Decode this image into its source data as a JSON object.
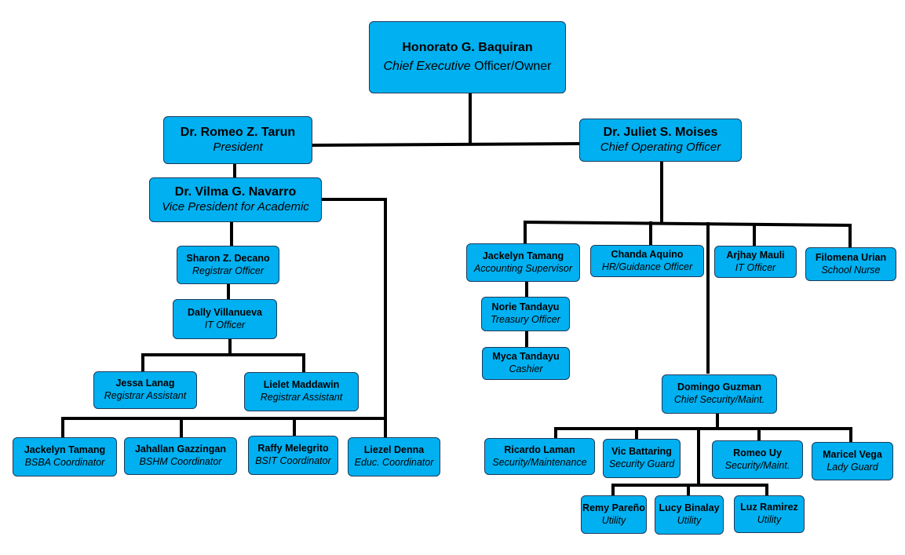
{
  "accent": "#00b0f0",
  "owner": {
    "name": "Honorato G. Baquiran",
    "role_italic": "Chief Executive",
    "role_rest": " Officer/Owner"
  },
  "president": {
    "name": "Dr. Romeo Z. Tarun",
    "role": "President"
  },
  "coo": {
    "name": "Dr. Juliet S. Moises",
    "role": "Chief Operating Officer"
  },
  "vp_academic": {
    "name": "Dr. Vilma G. Navarro",
    "role": "Vice President for Academic"
  },
  "registrar": {
    "name": "Sharon Z. Decano",
    "role": "Registrar Officer"
  },
  "it_officer_academic": {
    "name": "Dally Villanueva",
    "role": "IT Officer"
  },
  "registrar_assistants": [
    {
      "name": "Jessa Lanag",
      "role": "Registrar Assistant"
    },
    {
      "name": "Lielet Maddawin",
      "role": "Registrar Assistant"
    }
  ],
  "coordinators": [
    {
      "name": "Jackelyn Tamang",
      "role": "BSBA Coordinator"
    },
    {
      "name": "Jahallan Gazzingan",
      "role": "BSHM Coordinator"
    },
    {
      "name": "Raffy Melegrito",
      "role": "BSIT Coordinator"
    },
    {
      "name": "Liezel Denna",
      "role": "Educ. Coordinator"
    }
  ],
  "accounting": {
    "name": "Jackelyn Tamang",
    "role": "Accounting Supervisor"
  },
  "treasury": {
    "name": "Norie Tandayu",
    "role": "Treasury Officer"
  },
  "cashier": {
    "name": "Myca Tandayu",
    "role": "Cashier"
  },
  "hr": {
    "name": "Chanda Aquino",
    "role": "HR/Guidance Officer"
  },
  "it_officer_ops": {
    "name": "Arjhay Mauli",
    "role": "IT Officer"
  },
  "nurse": {
    "name": "Filomena Urian",
    "role": "School Nurse"
  },
  "security_chief": {
    "name": "Domingo Guzman",
    "role": "Chief Security/Maint."
  },
  "security_staff": [
    {
      "name": "Ricardo Laman",
      "role": "Security/Maintenance"
    },
    {
      "name": "Vic Battaring",
      "role": "Security Guard"
    },
    {
      "name": "Romeo Uy",
      "role": "Security/Maint."
    },
    {
      "name": "Maricel Vega",
      "role": "Lady Guard"
    }
  ],
  "utility_staff": [
    {
      "name": "Remy Pareño",
      "role": "Utility"
    },
    {
      "name": "Lucy Binalay",
      "role": "Utility"
    },
    {
      "name": "Luz Ramirez",
      "role": "Utility"
    }
  ]
}
